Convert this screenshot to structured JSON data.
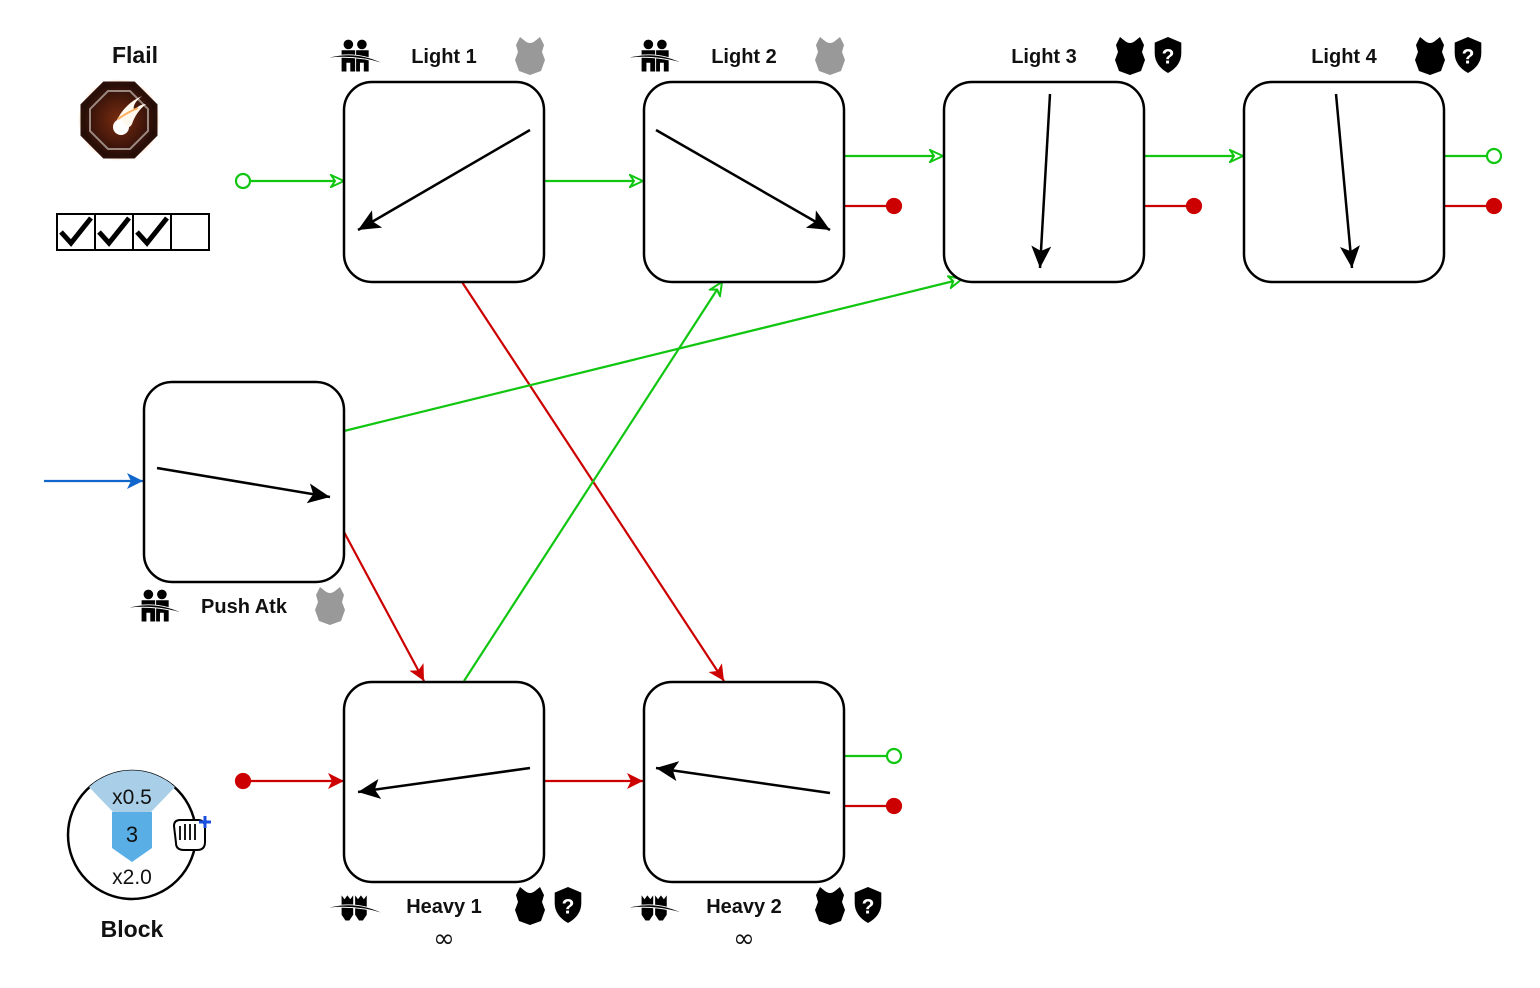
{
  "weapon": {
    "name": "Flail",
    "icon": "flaming-meteor-icon",
    "upgrade_slots": {
      "total": 4,
      "filled": 3
    }
  },
  "block": {
    "label": "Block",
    "top_multiplier": "x0.5",
    "value": "3",
    "bottom_multiplier": "x2.0",
    "modifier_icon": "fist-plus-icon"
  },
  "colors": {
    "success_link": "#11c611",
    "fail_link": "#cc0000",
    "entry_link": "#1166cc",
    "armor_light": "#999999",
    "armor_heavy": "#000000",
    "block_light": "#a9cfe8",
    "block_dark": "#5aaee6"
  },
  "nodes": [
    {
      "id": "light1",
      "label": "Light 1",
      "attack_type": "light-attack-icon",
      "armor": [
        "light-armor-icon"
      ],
      "direction": "up-right-to-down-left",
      "footer": ""
    },
    {
      "id": "light2",
      "label": "Light 2",
      "attack_type": "light-attack-icon",
      "armor": [
        "light-armor-icon"
      ],
      "direction": "up-left-to-down-right",
      "footer": ""
    },
    {
      "id": "light3",
      "label": "Light 3",
      "attack_type": "",
      "armor": [
        "heavy-armor-icon",
        "unknown-shield-icon"
      ],
      "direction": "top-to-bottom",
      "footer": ""
    },
    {
      "id": "light4",
      "label": "Light 4",
      "attack_type": "",
      "armor": [
        "heavy-armor-icon",
        "unknown-shield-icon"
      ],
      "direction": "top-to-bottom",
      "footer": ""
    },
    {
      "id": "push",
      "label": "Push Atk",
      "attack_type": "light-attack-icon",
      "armor": [
        "light-armor-icon"
      ],
      "direction": "left-to-right",
      "footer": ""
    },
    {
      "id": "heavy1",
      "label": "Heavy 1",
      "attack_type": "heavy-attack-icon",
      "armor": [
        "heavy-armor-icon",
        "unknown-shield-icon"
      ],
      "direction": "right-to-left",
      "footer": "∞"
    },
    {
      "id": "heavy2",
      "label": "Heavy 2",
      "attack_type": "heavy-attack-icon",
      "armor": [
        "heavy-armor-icon",
        "unknown-shield-icon"
      ],
      "direction": "right-to-left",
      "footer": "∞"
    }
  ],
  "links": [
    {
      "from": "start-light",
      "to": "light1",
      "kind": "success"
    },
    {
      "from": "light1",
      "to": "light2",
      "kind": "success"
    },
    {
      "from": "light2",
      "to": "light3",
      "kind": "success"
    },
    {
      "from": "light3",
      "to": "light4",
      "kind": "success"
    },
    {
      "from": "light4",
      "to": "loop-end",
      "kind": "success"
    },
    {
      "from": "light2",
      "to": "end",
      "kind": "fail"
    },
    {
      "from": "light3",
      "to": "end",
      "kind": "fail"
    },
    {
      "from": "light4",
      "to": "end",
      "kind": "fail"
    },
    {
      "from": "light1",
      "to": "heavy2",
      "kind": "fail"
    },
    {
      "from": "push-entry",
      "to": "push",
      "kind": "entry"
    },
    {
      "from": "push",
      "to": "light3",
      "kind": "success"
    },
    {
      "from": "push",
      "to": "heavy1",
      "kind": "fail"
    },
    {
      "from": "heavy1",
      "to": "light2",
      "kind": "success"
    },
    {
      "from": "start-heavy",
      "to": "heavy1",
      "kind": "fail"
    },
    {
      "from": "heavy1",
      "to": "heavy2",
      "kind": "fail"
    },
    {
      "from": "heavy2",
      "to": "loop-end",
      "kind": "success"
    },
    {
      "from": "heavy2",
      "to": "end",
      "kind": "fail"
    }
  ]
}
